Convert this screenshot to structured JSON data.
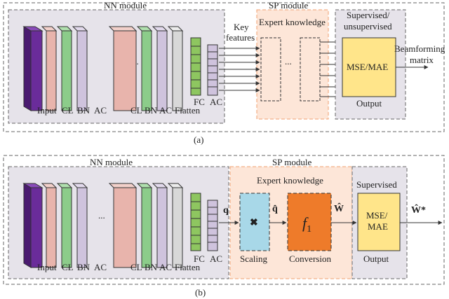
{
  "panel_a": {
    "nn_title": "NN module",
    "sp_title": "SP module",
    "expert_title": "Expert knowledge",
    "key_features_line1": "Key",
    "key_features_line2": "features",
    "ellipsis1": "...",
    "ellipsis2": "...",
    "supervised_line1": "Supervised/",
    "supervised_line2": "unsupervised",
    "loss_label": "MSE/MAE",
    "output_label": "Output",
    "beam_line1": "Beamforming",
    "beam_line2": "matrix",
    "layer_labels": [
      "Input",
      "CL",
      "BN",
      "AC",
      "CL",
      "BN",
      "AC",
      "Flatten",
      "FC",
      "AC"
    ],
    "caption": "(a)"
  },
  "panel_b": {
    "nn_title": "NN module",
    "sp_title": "SP module",
    "expert_title": "Expert knowledge",
    "supervised_label": "Supervised",
    "q_label": "q",
    "qhat_label": "q̂",
    "what_label": "Ŵ",
    "wstar_label": "Ŵ*",
    "scaling_symbol": "✖",
    "scaling_label": "Scaling",
    "f1_label": "f",
    "f1_sub": "1",
    "conversion_label": "Conversion",
    "loss_line1": "MSE/",
    "loss_line2": "MAE",
    "output_label": "Output",
    "ellipsis": "...",
    "layer_labels": [
      "Input",
      "CL",
      "BN",
      "AC",
      "CL",
      "BN",
      "AC",
      "Flatten",
      "FC",
      "AC"
    ],
    "caption": "(b)"
  },
  "colors": {
    "input": "#6a2c9a",
    "cl": "#e8b4ac",
    "bn": "#8ccc8a",
    "ac": "#cfc3dd",
    "flatten": "#d8d8d8",
    "fc": "#8ec660",
    "nn_bg": "#e6e3ea",
    "sp_bg": "#fde6d8",
    "loss_box": "#ffe58a",
    "scaling_box": "#a8d8e8",
    "f1_box": "#ee7b2a"
  }
}
